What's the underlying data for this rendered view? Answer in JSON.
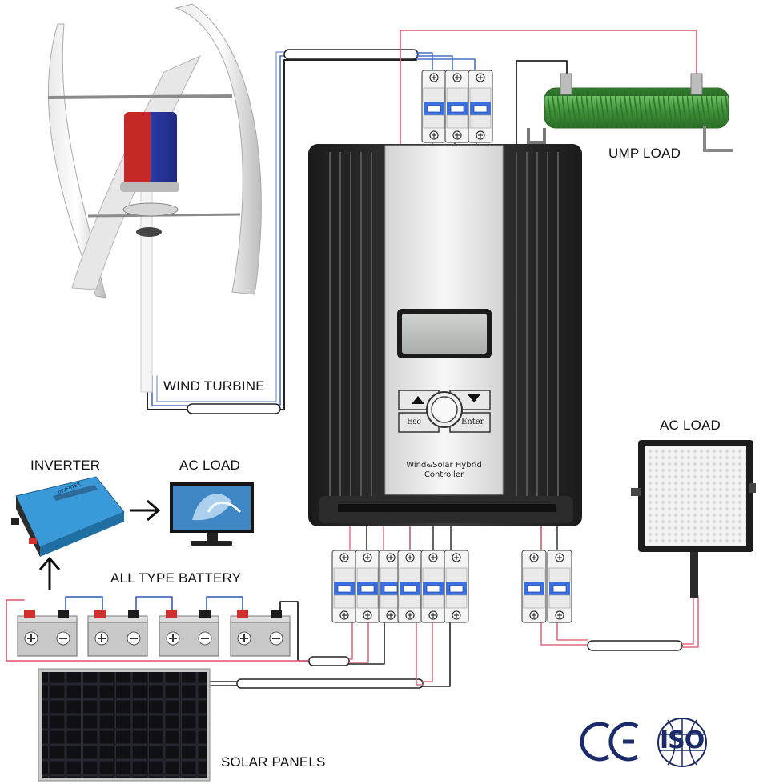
{
  "labels": {
    "wind_turbine": "WIND TURBINE",
    "dump_load": "UMP LOAD",
    "ac_load_right": "AC LOAD",
    "inverter": "INVERTER",
    "ac_load_left": "AC LOAD",
    "battery": "ALL TYPE BATTERY",
    "solar_panels": "SOLAR PANELS"
  },
  "controller": {
    "name_line1": "Wind&Solar Hybrid",
    "name_line2": "Controller",
    "esc_label": "Esc",
    "enter_label": "Enter"
  },
  "inverter_label": "INVERTER",
  "certifications": {
    "ce": "CE",
    "iso": "ISO"
  },
  "colors": {
    "positive_wire": "#e26a7e",
    "negative_wire": "#222222",
    "ac_wire": "#4a6fc4",
    "breaker_blue": "#3b6fe0",
    "controller_body": "#2a2a2a",
    "controller_panel": "#e6e6e6",
    "dump_load_green": "#3f8f3a",
    "battery_grey": "#c8c8c8",
    "inverter_blue": "#3a9ad9"
  }
}
